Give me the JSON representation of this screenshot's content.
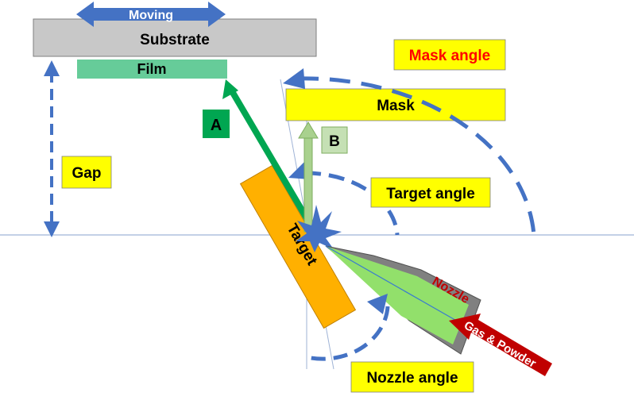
{
  "diagram": {
    "substrate_label": "Substrate",
    "moving_label": "Moving",
    "film_label": "Film",
    "gap_label": "Gap",
    "mask_label": "Mask",
    "mask_angle_label": "Mask angle",
    "target_angle_label": "Target angle",
    "nozzle_angle_label": "Nozzle angle",
    "target_label": "Target",
    "nozzle_label": "Nozzle",
    "gas_powder_label": "Gas & Powder",
    "arrow_a_label": "A",
    "arrow_b_label": "B"
  },
  "colors": {
    "substrate": "#c8c8c8",
    "film": "#66cc99",
    "mask": "#ffff00",
    "label_box": "#ffff00",
    "target": "#ffb000",
    "arc_blue": "#4472c4",
    "arrow_a": "#00a651",
    "arrow_b": "#a9d18e",
    "nozzle_body": "#808080",
    "nozzle_jet": "#92e06b",
    "gas_arrow": "#c00000",
    "mask_angle_text": "#ff0000",
    "nozzle_text": "#c00000"
  },
  "icons": {
    "moving": "double-arrow-icon",
    "gap": "vertical-double-arrow-icon",
    "impact": "burst-icon"
  }
}
